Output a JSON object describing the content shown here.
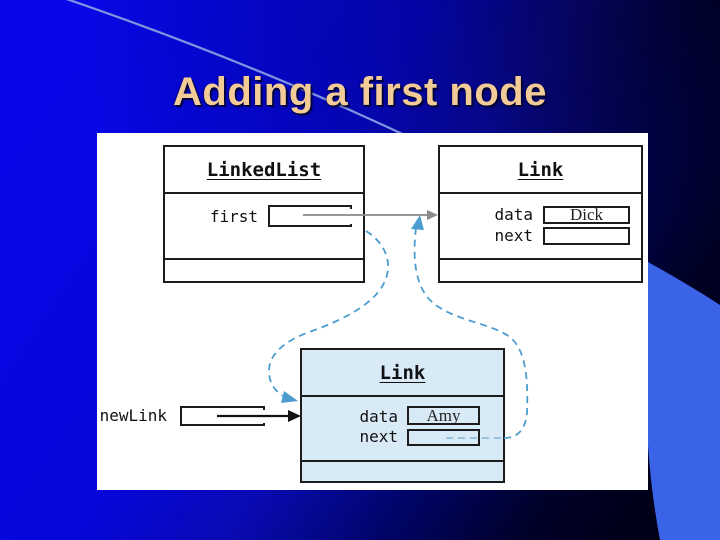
{
  "title": "Adding a first node",
  "diagram": {
    "linkedlist_box": {
      "title": "LinkedList",
      "first_label": "first"
    },
    "link_box": {
      "title": "Link",
      "data_label": "data",
      "data_value": "Dick",
      "next_label": "next"
    },
    "new_link_box": {
      "title": "Link",
      "data_label": "data",
      "data_value": "Amy",
      "next_label": "next"
    },
    "new_link_ref": {
      "label": "newLink"
    },
    "arrows": [
      "first-pointer-arrow",
      "newlink-pointer-arrow",
      "dashed-arrow-first-to-newlink",
      "dashed-arrow-newlink-next-to-link"
    ]
  },
  "colors": {
    "title_text": "#F2CB96",
    "background_bright_blue": "#0707E8",
    "background_dark_navy": "#000018",
    "corner_swoosh_blue": "#3A63E8",
    "arc_line_blue": "#7E95E0",
    "dashed_arrow_blue": "#4D9CCE",
    "new_link_fill": "#D9EAF7",
    "solid_arrow_gray": "#8A8A8A"
  }
}
